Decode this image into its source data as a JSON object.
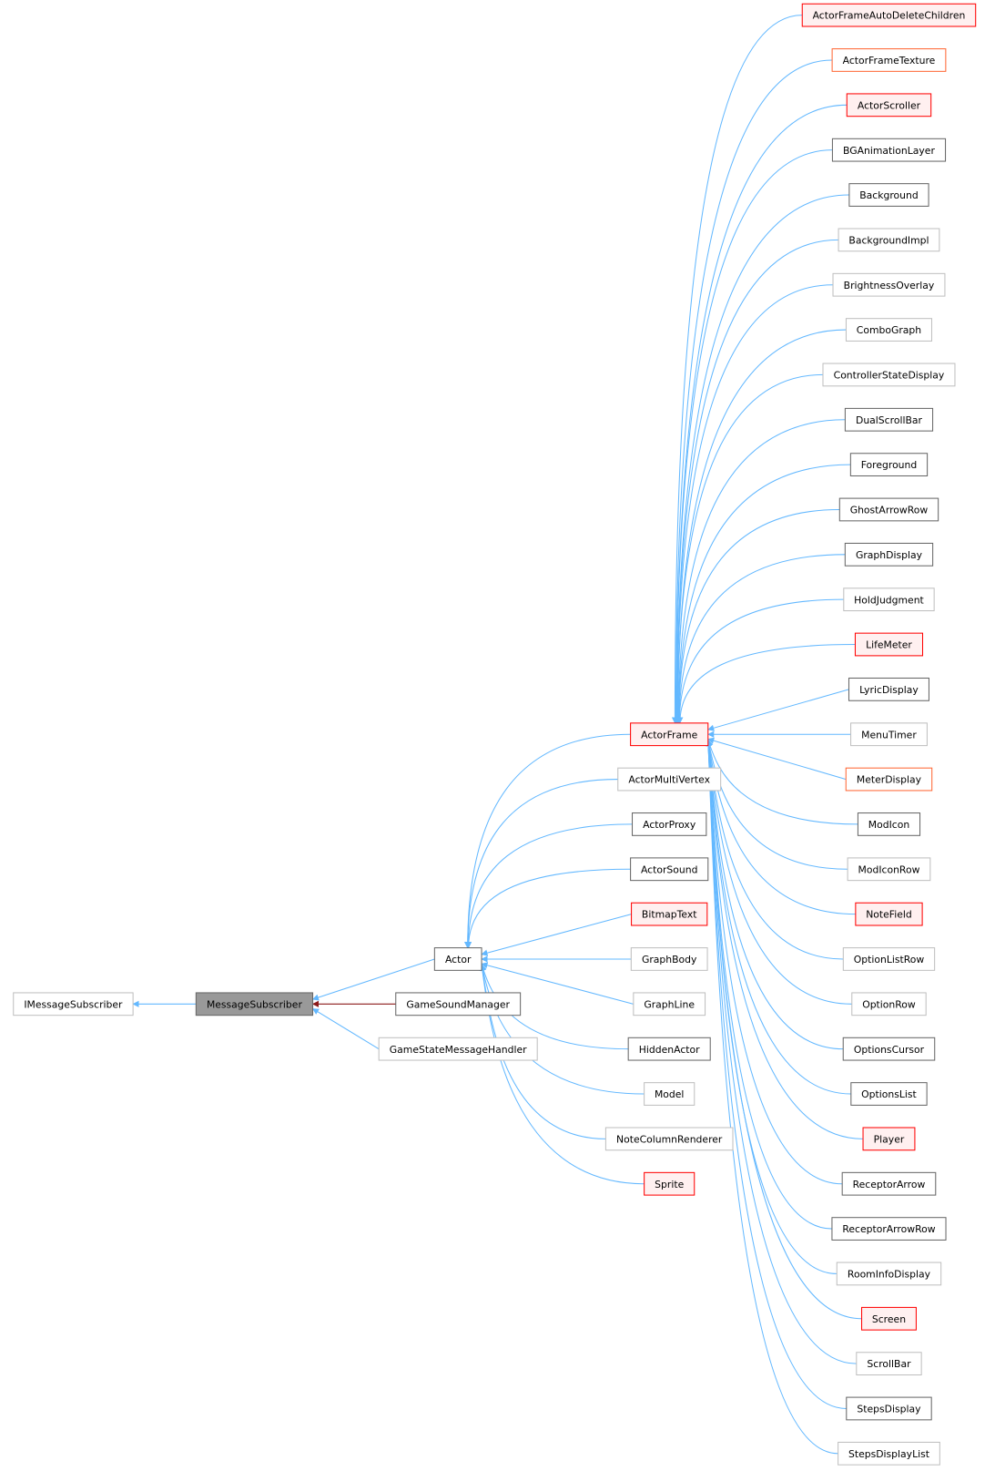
{
  "title": "MessageSubscriber inheritance graph",
  "colors": {
    "edge_public": "#63b8ff",
    "edge_private": "#8b1a1a",
    "styles": {
      "gray": {
        "fill": "#ffffff",
        "stroke": "#bfbfbf"
      },
      "dark": {
        "fill": "#ffffff",
        "stroke": "#666666"
      },
      "red": {
        "fill": "#fff0f0",
        "stroke": "#ff0000"
      },
      "orange": {
        "fill": "#ffffff",
        "stroke": "#ff6633"
      },
      "focus": {
        "fill": "#999999",
        "stroke": "#666666"
      }
    }
  },
  "root": {
    "label": "IMessageSubscriber",
    "style": "gray",
    "children": [
      {
        "label": "MessageSubscriber",
        "style": "focus",
        "relation": "public",
        "children": [
          {
            "label": "Actor",
            "style": "dark",
            "relation": "public",
            "children": [
              {
                "label": "ActorFrame",
                "style": "red",
                "relation": "public",
                "children": [
                  {
                    "label": "ActorFrameAutoDeleteChildren",
                    "style": "red"
                  },
                  {
                    "label": "ActorFrameTexture",
                    "style": "orange"
                  },
                  {
                    "label": "ActorScroller",
                    "style": "red"
                  },
                  {
                    "label": "BGAnimationLayer",
                    "style": "dark"
                  },
                  {
                    "label": "Background",
                    "style": "dark"
                  },
                  {
                    "label": "BackgroundImpl",
                    "style": "gray"
                  },
                  {
                    "label": "BrightnessOverlay",
                    "style": "gray"
                  },
                  {
                    "label": "ComboGraph",
                    "style": "gray"
                  },
                  {
                    "label": "ControllerStateDisplay",
                    "style": "gray"
                  },
                  {
                    "label": "DualScrollBar",
                    "style": "dark"
                  },
                  {
                    "label": "Foreground",
                    "style": "dark"
                  },
                  {
                    "label": "GhostArrowRow",
                    "style": "dark"
                  },
                  {
                    "label": "GraphDisplay",
                    "style": "dark"
                  },
                  {
                    "label": "HoldJudgment",
                    "style": "gray"
                  },
                  {
                    "label": "LifeMeter",
                    "style": "red"
                  },
                  {
                    "label": "LyricDisplay",
                    "style": "dark"
                  },
                  {
                    "label": "MenuTimer",
                    "style": "gray"
                  },
                  {
                    "label": "MeterDisplay",
                    "style": "orange"
                  },
                  {
                    "label": "ModIcon",
                    "style": "dark"
                  },
                  {
                    "label": "ModIconRow",
                    "style": "gray"
                  },
                  {
                    "label": "NoteField",
                    "style": "red"
                  },
                  {
                    "label": "OptionListRow",
                    "style": "gray"
                  },
                  {
                    "label": "OptionRow",
                    "style": "gray"
                  },
                  {
                    "label": "OptionsCursor",
                    "style": "dark"
                  },
                  {
                    "label": "OptionsList",
                    "style": "dark"
                  },
                  {
                    "label": "Player",
                    "style": "red"
                  },
                  {
                    "label": "ReceptorArrow",
                    "style": "dark"
                  },
                  {
                    "label": "ReceptorArrowRow",
                    "style": "dark"
                  },
                  {
                    "label": "RoomInfoDisplay",
                    "style": "gray"
                  },
                  {
                    "label": "Screen",
                    "style": "red"
                  },
                  {
                    "label": "ScrollBar",
                    "style": "gray"
                  },
                  {
                    "label": "StepsDisplay",
                    "style": "dark"
                  },
                  {
                    "label": "StepsDisplayList",
                    "style": "gray"
                  }
                ]
              },
              {
                "label": "ActorMultiVertex",
                "style": "gray"
              },
              {
                "label": "ActorProxy",
                "style": "dark"
              },
              {
                "label": "ActorSound",
                "style": "dark"
              },
              {
                "label": "BitmapText",
                "style": "red"
              },
              {
                "label": "GraphBody",
                "style": "gray"
              },
              {
                "label": "GraphLine",
                "style": "gray"
              },
              {
                "label": "HiddenActor",
                "style": "dark"
              },
              {
                "label": "Model",
                "style": "gray"
              },
              {
                "label": "NoteColumnRenderer",
                "style": "gray"
              },
              {
                "label": "Sprite",
                "style": "red"
              }
            ]
          },
          {
            "label": "GameSoundManager",
            "style": "dark",
            "relation": "private"
          },
          {
            "label": "GameStateMessageHandler",
            "style": "gray",
            "relation": "public"
          }
        ]
      }
    ]
  }
}
